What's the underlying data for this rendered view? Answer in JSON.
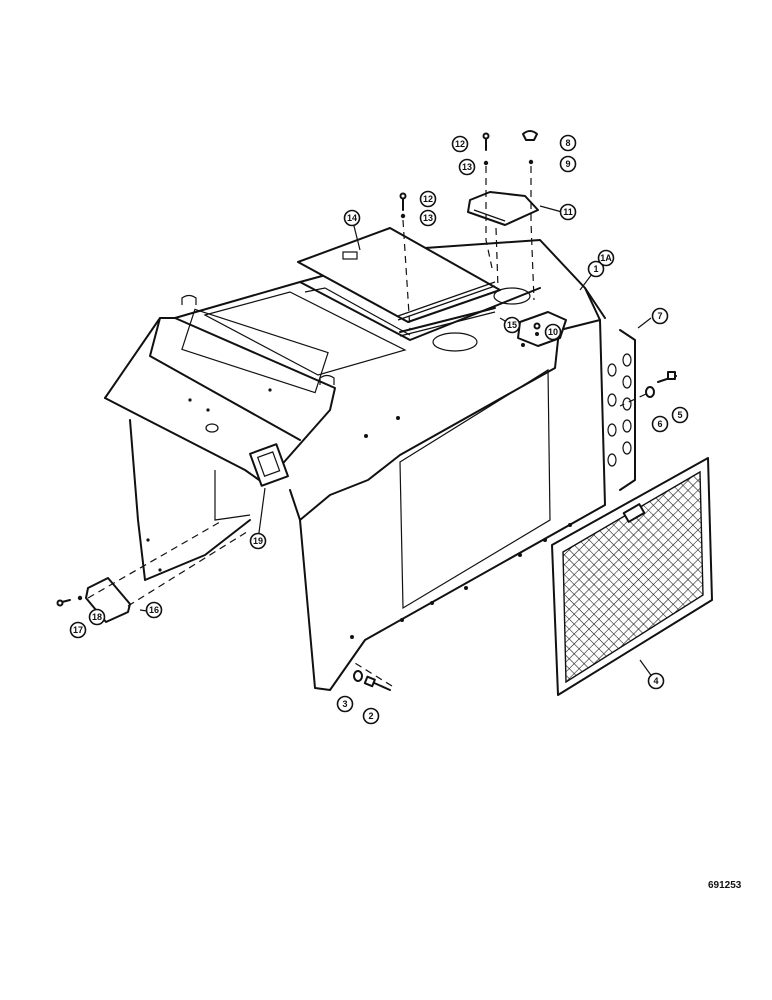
{
  "callouts": {
    "c1": "1",
    "c1a": "1A",
    "c2": "2",
    "c3": "3",
    "c4": "4",
    "c5": "5",
    "c6": "6",
    "c7": "7",
    "c8": "8",
    "c9": "9",
    "c10": "10",
    "c11": "11",
    "c12a": "12",
    "c12b": "12",
    "c13a": "13",
    "c13b": "13",
    "c14": "14",
    "c15": "15",
    "c16": "16",
    "c17": "17",
    "c18": "18",
    "c19": "19"
  },
  "drawing_number": "691253"
}
